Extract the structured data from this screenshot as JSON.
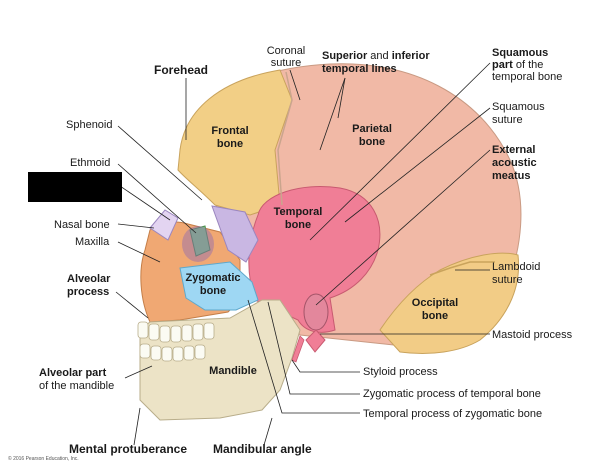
{
  "labels": {
    "forehead": "Forehead",
    "sphenoid": "Sphenoid",
    "ethmoid": "Ethmoid",
    "nasal_bone": "Nasal bone",
    "maxilla": "Maxilla",
    "alveolar_process_1": "Alveolar",
    "alveolar_process_2": "process",
    "alveolar_mandible_1": "Alveolar part",
    "alveolar_mandible_2": "of the mandible",
    "mental_protuberance": "Mental protuberance",
    "mandibular_angle": "Mandibular angle",
    "coronal_suture_1": "Coronal",
    "coronal_suture_2": "suture",
    "sup_inf_temporal_1a": "Superior",
    "sup_inf_temporal_1b": " and ",
    "sup_inf_temporal_1c": "inferior",
    "sup_inf_temporal_2": "temporal lines",
    "squamous_part_1": "Squamous",
    "squamous_part_2a": "part",
    "squamous_part_2b": " of the",
    "squamous_part_3": "temporal bone",
    "squamous_suture_1": "Squamous",
    "squamous_suture_2": "suture",
    "ext_acoustic_1": "External",
    "ext_acoustic_2": "acoustic",
    "ext_acoustic_3": "meatus",
    "lambdoid_1": "Lambdoid",
    "lambdoid_2": "suture",
    "mastoid": "Mastoid process",
    "styloid": "Styloid process",
    "zygomatic_process": "Zygomatic process of temporal bone",
    "temporal_process": "Temporal process of zygomatic bone",
    "copyright": "© 2016 Pearson Education, Inc."
  },
  "bones": {
    "frontal_1": "Frontal",
    "frontal_2": "bone",
    "parietal_1": "Parietal",
    "parietal_2": "bone",
    "temporal_1": "Temporal",
    "temporal_2": "bone",
    "zygomatic_1": "Zygomatic",
    "zygomatic_2": "bone",
    "occipital_1": "Occipital",
    "occipital_2": "bone",
    "mandible": "Mandible"
  },
  "colors": {
    "frontal": "#f2cf86",
    "parietal": "#f1b9a6",
    "temporal": "#f07e96",
    "occipital": "#f2cc86",
    "face": "#f0a873",
    "zygomatic": "#9ed7f3",
    "mandible": "#ece3c6",
    "sphenoid": "#c9b7e3",
    "ethmoid": "#7fc77f",
    "redaction": "#000000"
  }
}
